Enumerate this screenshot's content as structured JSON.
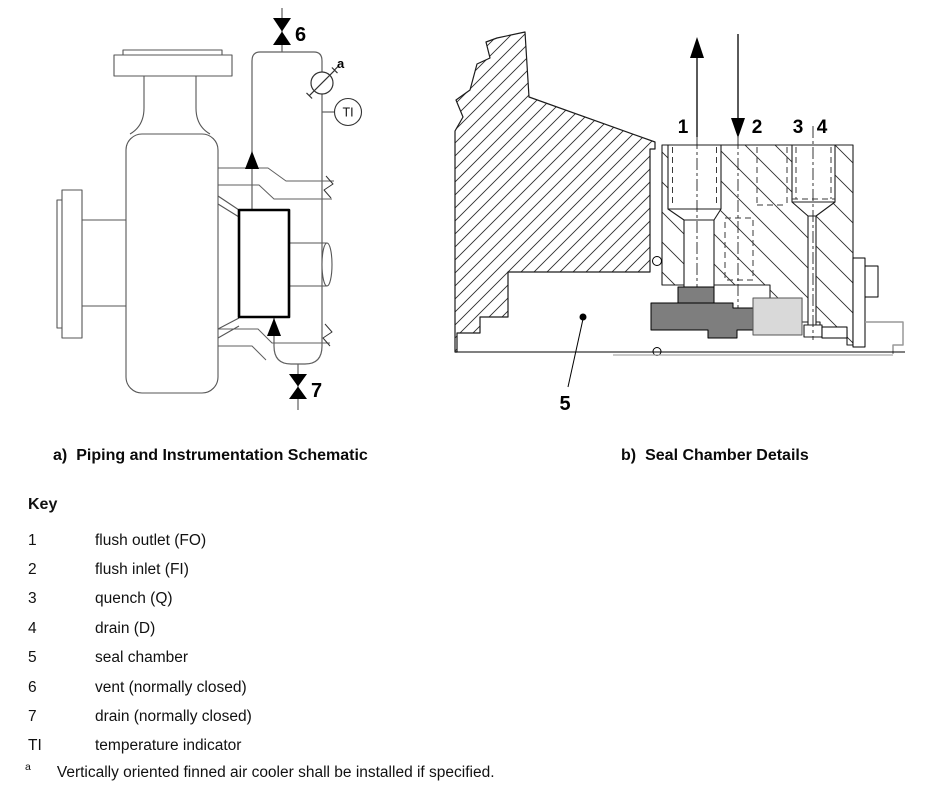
{
  "figure_a": {
    "caption_prefix": "a)",
    "caption": "Piping and Instrumentation Schematic",
    "labels": {
      "vent_valve": "6",
      "drain_valve": "7",
      "air_cooler_footnote": "a",
      "temperature_indicator": "TI"
    }
  },
  "figure_b": {
    "caption_prefix": "b)",
    "caption": "Seal Chamber Details",
    "labels": {
      "flush_outlet": "1",
      "flush_inlet": "2",
      "quench": "3",
      "drain": "4",
      "seal_chamber": "5"
    }
  },
  "key": {
    "title": "Key",
    "items": [
      {
        "symbol": "1",
        "description": "flush outlet (FO)"
      },
      {
        "symbol": "2",
        "description": "flush inlet (FI)"
      },
      {
        "symbol": "3",
        "description": "quench (Q)"
      },
      {
        "symbol": "4",
        "description": "drain (D)"
      },
      {
        "symbol": "5",
        "description": "seal chamber"
      },
      {
        "symbol": "6",
        "description": "vent (normally closed)"
      },
      {
        "symbol": "7",
        "description": "drain (normally closed)"
      },
      {
        "symbol": "TI",
        "description": "temperature indicator"
      }
    ],
    "footnote": {
      "marker": "a",
      "text": "Vertically oriented finned air cooler shall be installed if specified."
    }
  }
}
